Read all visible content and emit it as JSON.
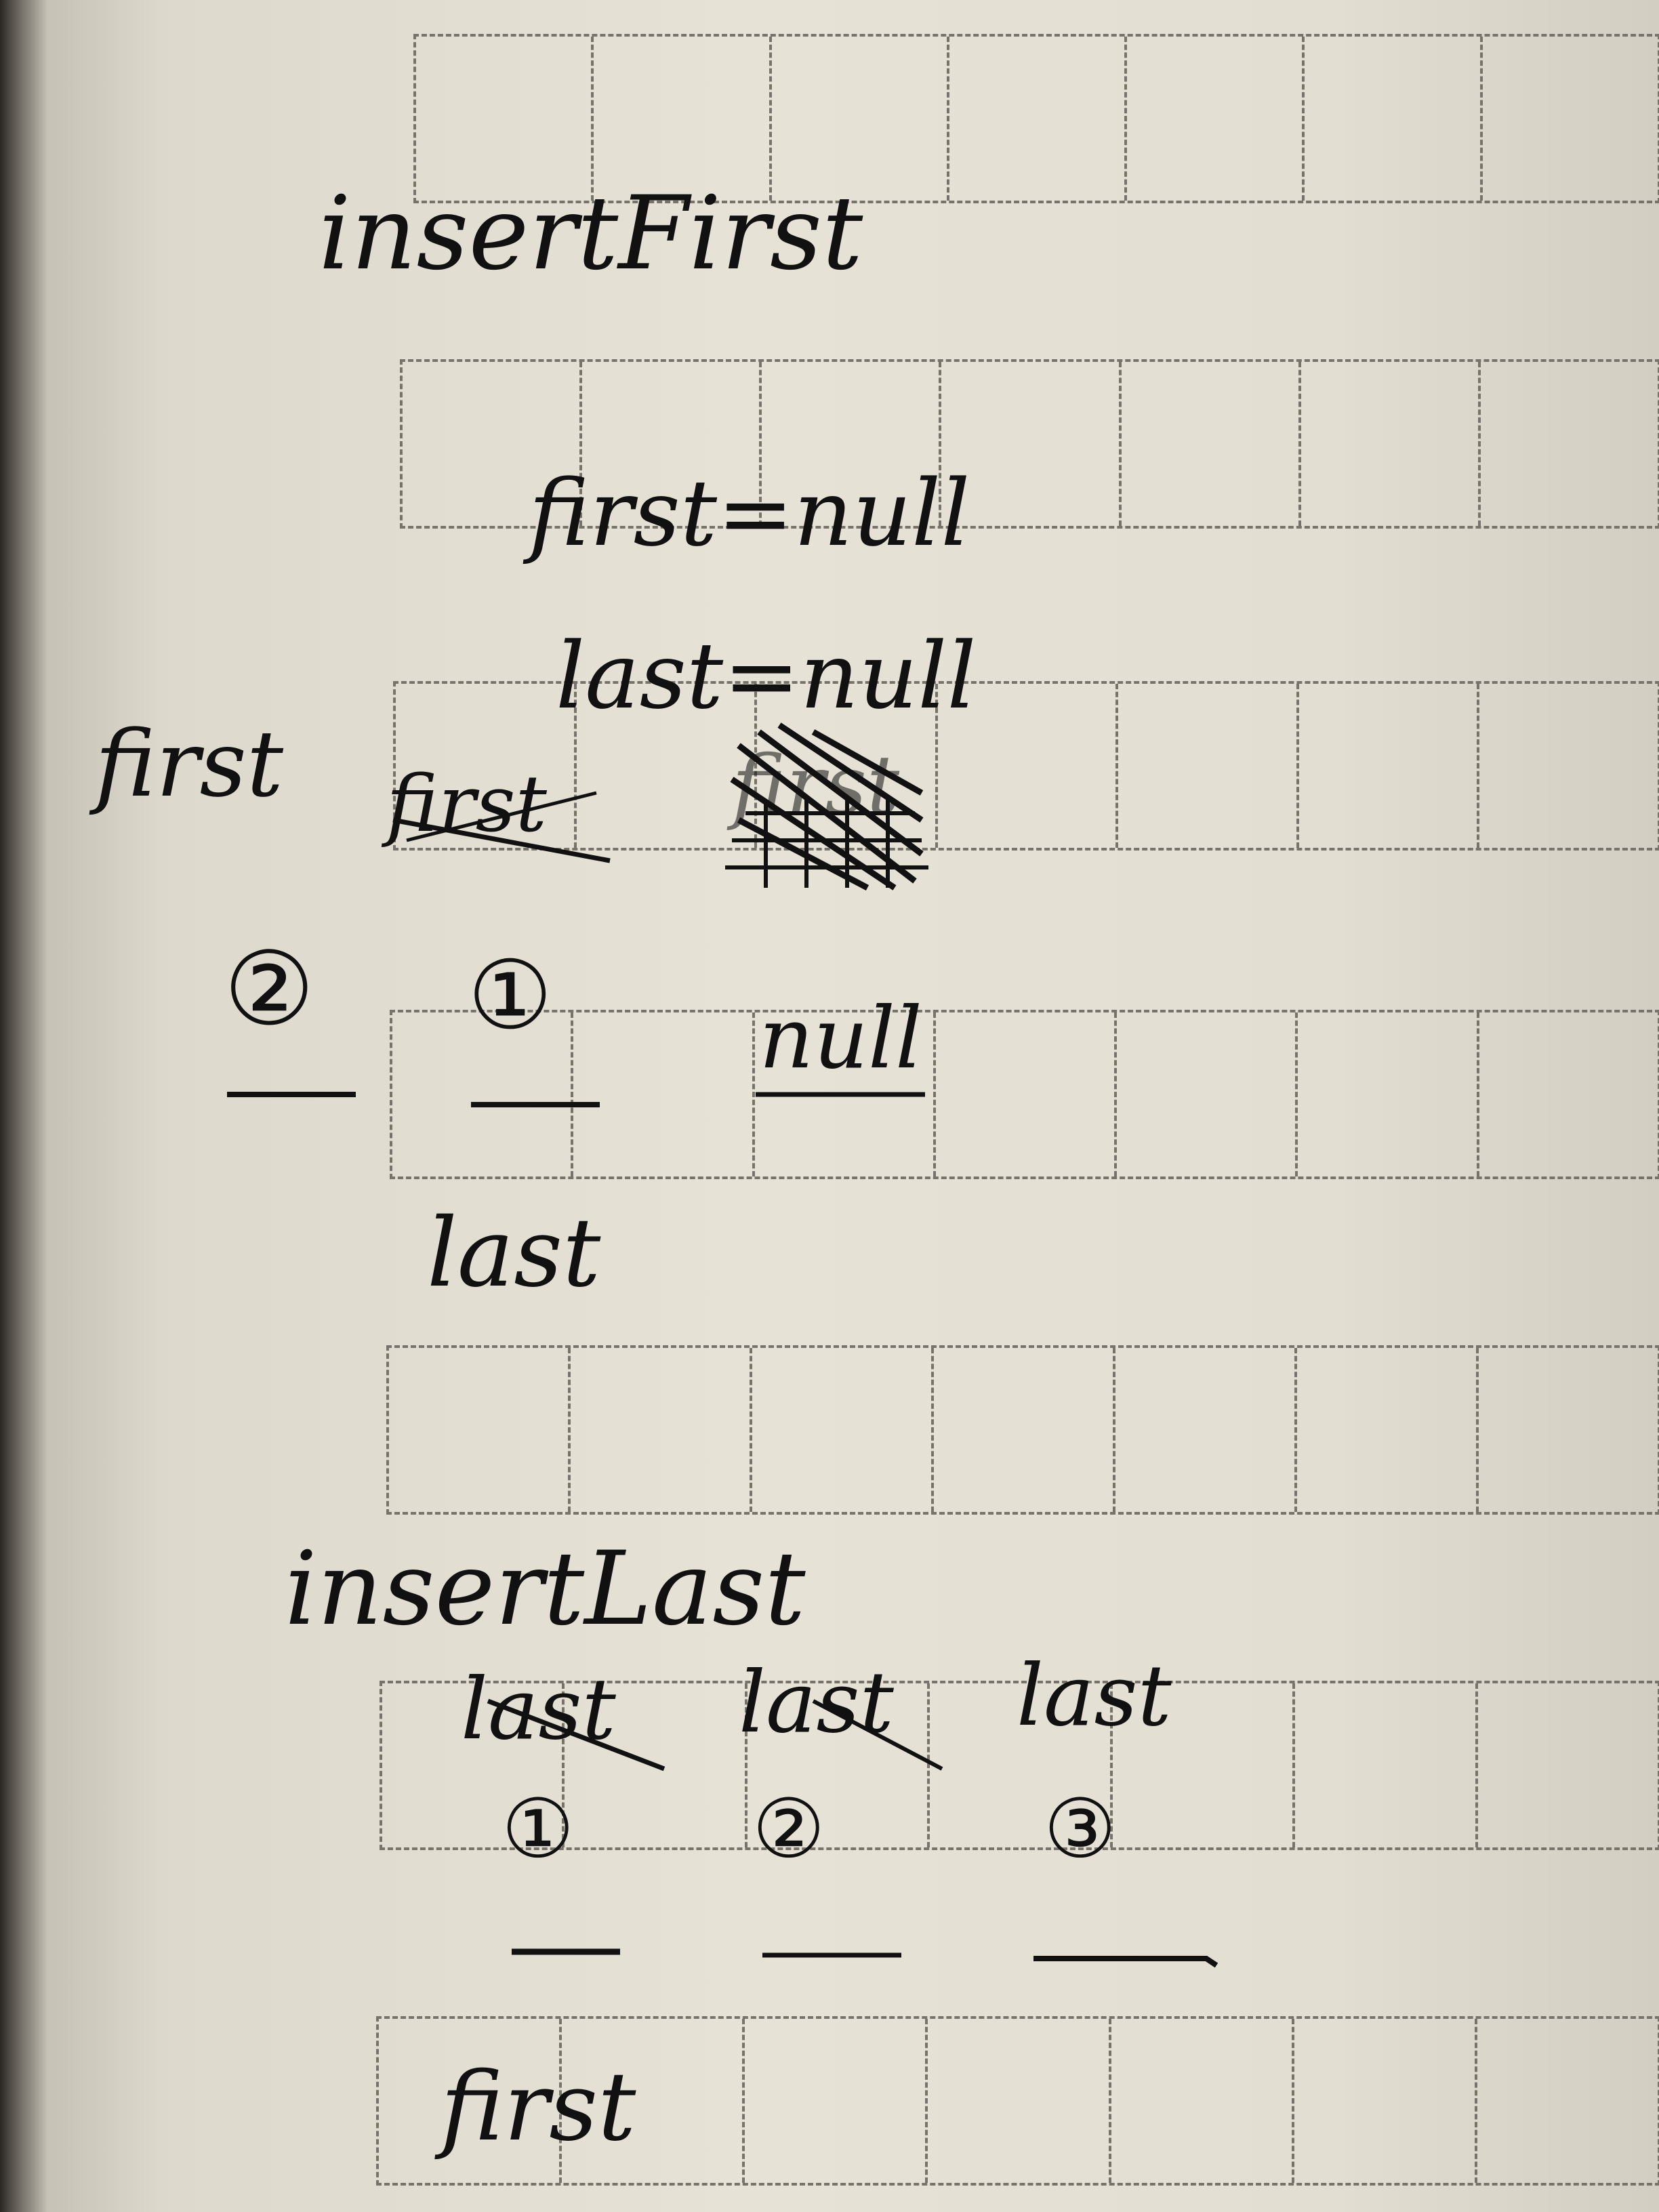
{
  "notes": {
    "insert_first": "insertFirst",
    "first_null": "first=null",
    "last_null": "last=null",
    "first_left": "first",
    "first_crossed": "first",
    "first_scribbled": "first",
    "circle_2": "②",
    "circle_1": "①",
    "null_label": "null",
    "last_label": "last",
    "insert_last": "insertLast",
    "last_crossed": "last",
    "last_middle": "last",
    "last_right": "last",
    "circle_last_1": "①",
    "circle_last_2": "②",
    "circle_last_3": "③",
    "first_bottom": "first"
  }
}
